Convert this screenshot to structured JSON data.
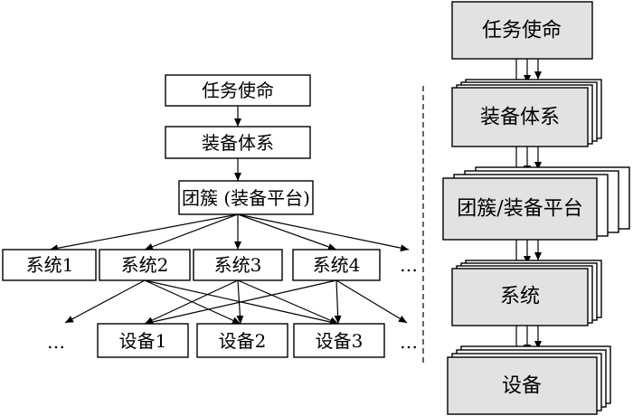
{
  "left": {
    "mission": "任务使命",
    "system_of_systems": "装备体系",
    "cluster": "团簇 (装备平台)",
    "systems": [
      "系统1",
      "系统2",
      "系统3",
      "系统4"
    ],
    "systems_more": "…",
    "devices": [
      "设备1",
      "设备2",
      "设备3"
    ],
    "devices_more_left": "…",
    "devices_more_right": "…"
  },
  "right": {
    "mission": "任务使命",
    "system_of_systems": "装备体系",
    "cluster": "团簇/装备平台",
    "system": "系统",
    "device": "设备"
  },
  "colors": {
    "stack_front_fill": "#e2e2e2",
    "line": "#000000"
  }
}
